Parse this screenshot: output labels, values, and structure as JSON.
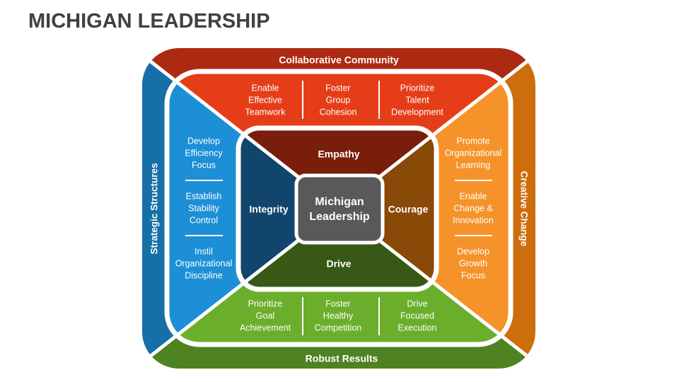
{
  "title": "MICHIGAN LEADERSHIP",
  "colors": {
    "outer": {
      "top": "#AD2A12",
      "left": "#166FA6",
      "right": "#CE6D0C",
      "bottom": "#4F8220"
    },
    "middle": {
      "top": "#E53D18",
      "left": "#1C8FD6",
      "right": "#F6922A",
      "bottom": "#6BAE2B"
    },
    "inner": {
      "top": "#7A1E0C",
      "left": "#11456B",
      "right": "#894907",
      "bottom": "#385916"
    },
    "center": "#595959"
  },
  "center": {
    "line1": "Michigan",
    "line2": "Leadership"
  },
  "outer": {
    "top": "Collaborative Community",
    "left": "Strategic Structures",
    "right": "Creative Change",
    "bottom": "Robust Results"
  },
  "inner": {
    "top": "Empathy",
    "left": "Integrity",
    "right": "Courage",
    "bottom": "Drive"
  },
  "middle": {
    "top": [
      [
        "Enable",
        "Effective",
        "Teamwork"
      ],
      [
        "Foster",
        "Group",
        "Cohesion"
      ],
      [
        "Prioritize",
        "Talent",
        "Development"
      ]
    ],
    "left": [
      [
        "Develop",
        "Efficiency",
        "Focus"
      ],
      [
        "Establish",
        "Stability",
        "Control"
      ],
      [
        "Instil",
        "Organizational",
        "Discipline"
      ]
    ],
    "right": [
      [
        "Promote",
        "Organizational",
        "Learning"
      ],
      [
        "Enable",
        "Change &",
        "Innovation"
      ],
      [
        "Develop",
        "Growth",
        "Focus"
      ]
    ],
    "bottom": [
      [
        "Prioritize",
        "Goal",
        "Achievement"
      ],
      [
        "Foster",
        "Healthy",
        "Competition"
      ],
      [
        "Drive",
        "Focused",
        "Execution"
      ]
    ]
  }
}
